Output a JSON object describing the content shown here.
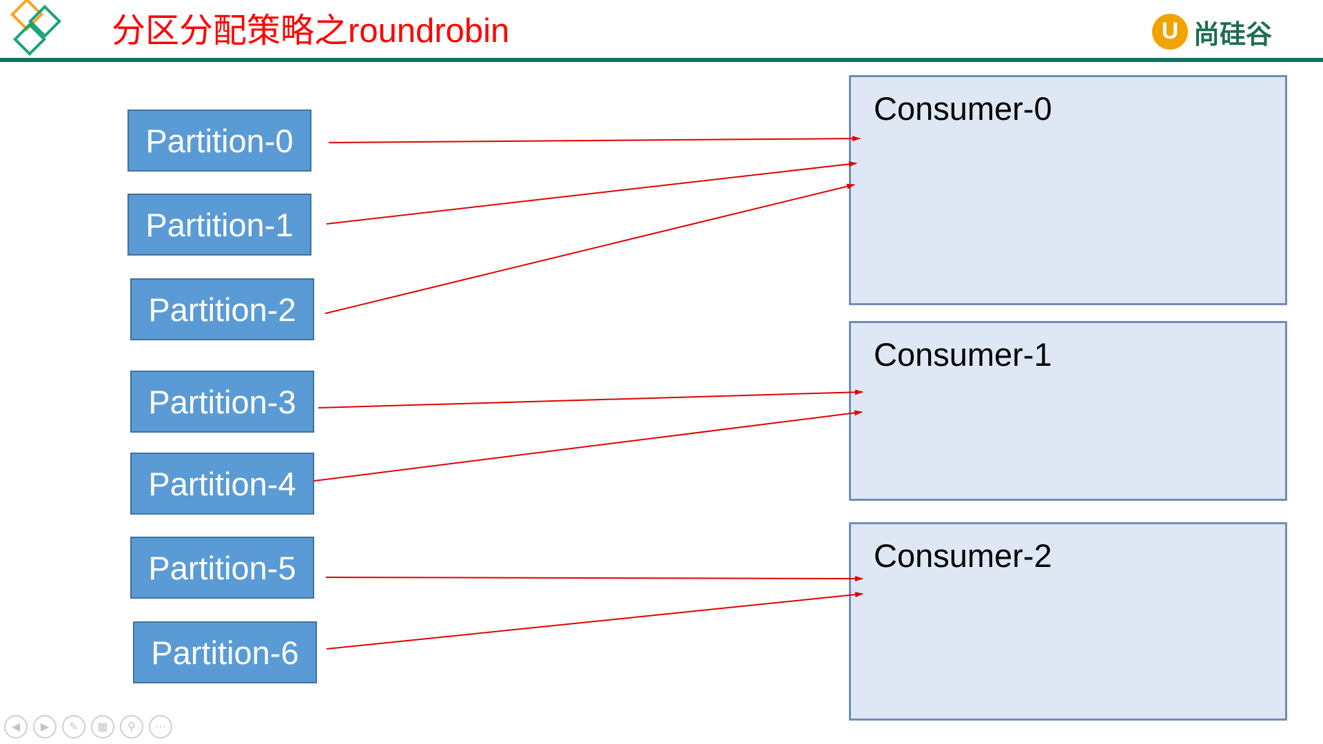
{
  "slide": {
    "title": "分区分配策略之roundrobin",
    "brand": {
      "badge_letter": "U",
      "name": "尚硅谷"
    }
  },
  "colors": {
    "title": "#ff0000",
    "header_rule": "#10735d",
    "brand": "#1d6e4f",
    "brand_badge": "#f2a300",
    "partition_fill": "#5b9bd5",
    "consumer_fill": "#dee8f4",
    "arrow": "#e00000",
    "logo_orange": "#f6a623",
    "logo_green": "#1aa37a"
  },
  "diagram": {
    "partitions": [
      {
        "id": "p0",
        "label": "Partition-0"
      },
      {
        "id": "p1",
        "label": "Partition-1"
      },
      {
        "id": "p2",
        "label": "Partition-2"
      },
      {
        "id": "p3",
        "label": "Partition-3"
      },
      {
        "id": "p4",
        "label": "Partition-4"
      },
      {
        "id": "p5",
        "label": "Partition-5"
      },
      {
        "id": "p6",
        "label": "Partition-6"
      }
    ],
    "consumers": [
      {
        "id": "c0",
        "label": "Consumer-0"
      },
      {
        "id": "c1",
        "label": "Consumer-1"
      },
      {
        "id": "c2",
        "label": "Consumer-2"
      }
    ],
    "edges": [
      {
        "from": "p0",
        "to": "c0"
      },
      {
        "from": "p1",
        "to": "c0"
      },
      {
        "from": "p2",
        "to": "c0"
      },
      {
        "from": "p3",
        "to": "c1"
      },
      {
        "from": "p4",
        "to": "c1"
      },
      {
        "from": "p5",
        "to": "c2"
      },
      {
        "from": "p6",
        "to": "c2"
      }
    ]
  },
  "toolbar": {
    "items": [
      {
        "icon": "prev-slide-icon"
      },
      {
        "icon": "next-slide-icon"
      },
      {
        "icon": "pen-icon"
      },
      {
        "icon": "slides-grid-icon"
      },
      {
        "icon": "zoom-icon"
      },
      {
        "icon": "more-icon"
      }
    ]
  }
}
